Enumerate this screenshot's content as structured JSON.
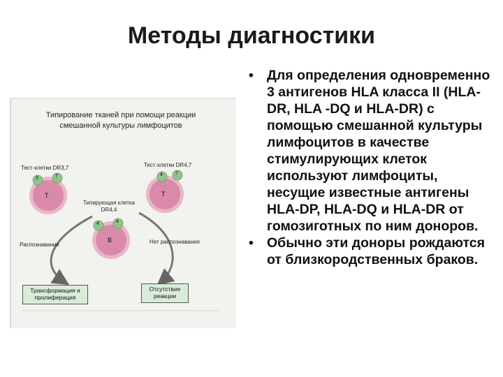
{
  "slide": {
    "title": "Методы диагностики",
    "bullets": [
      "Для определения одновременно 3 антигенов HLA класса II (HLA-DR, HLA -DQ и HLA-DR) с помощью смешанной культуры лимфоцитов в качестве стимулирующих клеток используют лимфоциты, несущие известные антигены HLA-DP, HLA-DQ и HLA-DR от гомозиготных по ним доноров.",
      "Обычно эти доноры рождаются от близкородственных браков."
    ],
    "bullet_marker": "•"
  },
  "figure": {
    "title": "Типирование тканей при помощи реакции смешанной культуры лимфоцитов",
    "left_label": "Тест-клетки DR3,7",
    "right_label": "Тест-клетки DR4,7",
    "center_label": "Типирующая клетка DR4,4",
    "left_arrow_label": "Распознавание",
    "right_arrow_label": "Нет распознавания",
    "left_result": "Трансформация и пролиферация",
    "right_result": "Отсутствие реакции",
    "left_cell": {
      "letter": "Т",
      "antigens": [
        "3",
        "7"
      ]
    },
    "right_cell": {
      "letter": "Т",
      "antigens": [
        "4",
        "7"
      ]
    },
    "center_cell": {
      "letter": "В",
      "antigens": [
        "4",
        "4"
      ]
    },
    "colors": {
      "cell": "#d98aa8",
      "cell_outer": "#e9b7c7",
      "antigen": "#8fc48a",
      "result": "#d9ecd9"
    }
  }
}
